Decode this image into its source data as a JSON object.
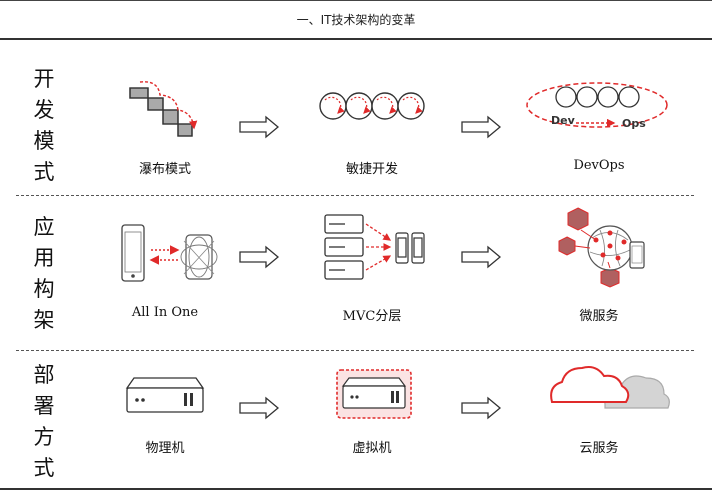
{
  "header": {
    "title": "一、IT技术架构的变革"
  },
  "rows": [
    {
      "label_chars": [
        "开",
        "发",
        "模",
        "式"
      ],
      "items": [
        {
          "caption": "瀑布模式",
          "icon": "waterfall-staircase"
        },
        {
          "caption": "敏捷开发",
          "icon": "agile-cycles"
        },
        {
          "caption": "DevOps",
          "icon": "devops-loop"
        }
      ],
      "loop_labels": {
        "left": "Dev",
        "right": "Ops"
      }
    },
    {
      "label_chars": [
        "应",
        "用",
        "构",
        "架"
      ],
      "items": [
        {
          "caption": "All In One",
          "icon": "monolith-app"
        },
        {
          "caption": "MVC分层",
          "icon": "layered-servers"
        },
        {
          "caption": "微服务",
          "icon": "microservices"
        }
      ]
    },
    {
      "label_chars": [
        "部",
        "署",
        "方",
        "式"
      ],
      "items": [
        {
          "caption": "物理机",
          "icon": "physical-server"
        },
        {
          "caption": "虚拟机",
          "icon": "virtual-server"
        },
        {
          "caption": "云服务",
          "icon": "cloud"
        }
      ]
    }
  ],
  "colors": {
    "accent_red": "#e02a2a",
    "icon_gray": "#9a9a9a",
    "outline": "#333333"
  }
}
